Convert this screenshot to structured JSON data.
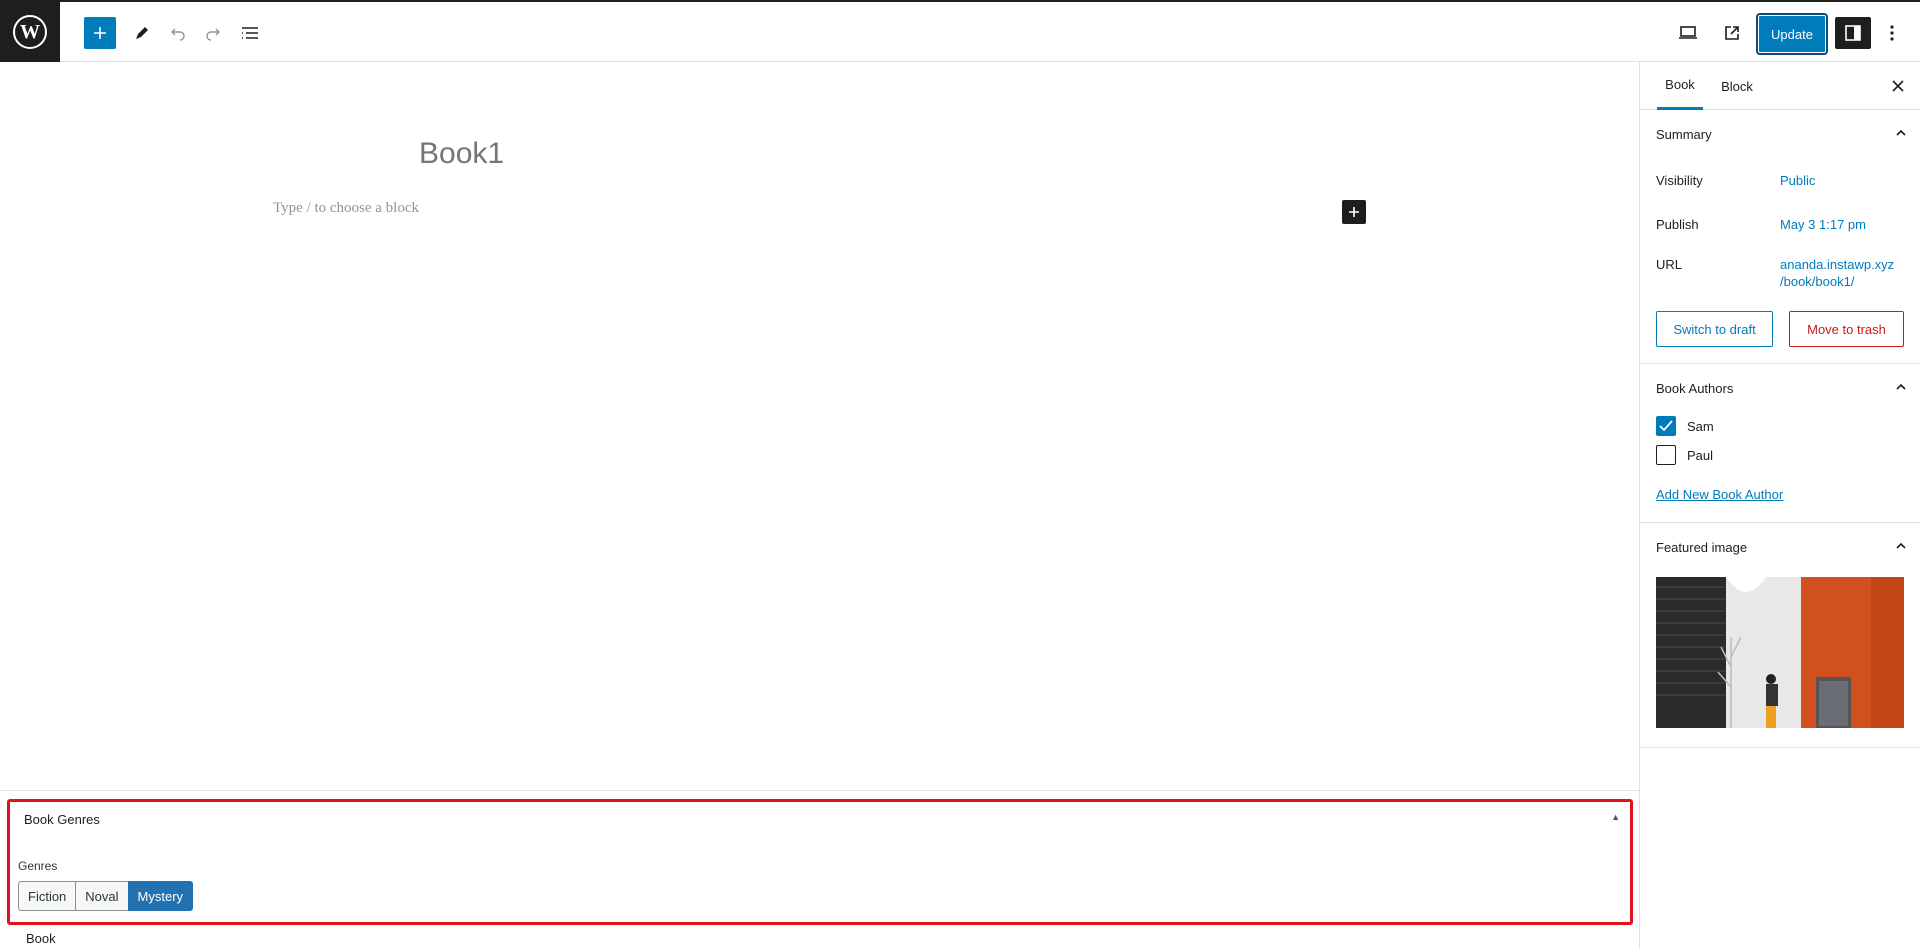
{
  "toolbar": {
    "add_block_label": "Add block",
    "update_label": "Update",
    "icons": [
      "wordpress-logo",
      "plus-icon",
      "pencil-icon",
      "undo-icon",
      "redo-icon",
      "list-view-icon",
      "desktop-view-icon",
      "external-preview-icon",
      "settings-sidebar-icon",
      "more-vertical-icon"
    ]
  },
  "editor": {
    "title": "Book1",
    "placeholder": "Type / to choose a block"
  },
  "metabox": {
    "title": "Book Genres",
    "field_label": "Genres",
    "options": [
      "Fiction",
      "Noval",
      "Mystery"
    ],
    "selected": "Mystery",
    "highlight_color": "#e0121c"
  },
  "footer": {
    "breadcrumb": "Book"
  },
  "sidebar": {
    "tabs": [
      "Book",
      "Block"
    ],
    "active_tab": "Book",
    "summary": {
      "title": "Summary",
      "visibility_label": "Visibility",
      "visibility_value": "Public",
      "publish_label": "Publish",
      "publish_value": "May 3 1:17 pm",
      "url_label": "URL",
      "url_line1": "ananda.instawp.xyz",
      "url_line2": "/book/book1/",
      "switch_draft": "Switch to draft",
      "move_trash": "Move to trash"
    },
    "authors": {
      "title": "Book Authors",
      "items": [
        {
          "label": "Sam",
          "checked": true
        },
        {
          "label": "Paul",
          "checked": false
        }
      ],
      "add_link": "Add New Book Author"
    },
    "featured": {
      "title": "Featured image"
    }
  },
  "colors": {
    "accent": "#007cba",
    "danger": "#cc1818",
    "dark": "#1e1e1e"
  }
}
